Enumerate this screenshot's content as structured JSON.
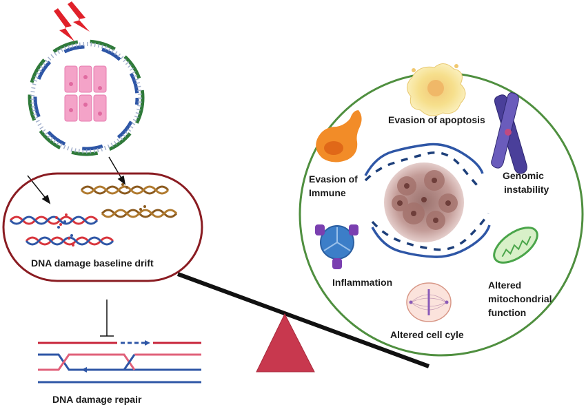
{
  "labels": {
    "baseline_drift": "DNA damage baseline drift",
    "repair": "DNA damage repair",
    "evasion_apoptosis": "Evasion of apoptosis",
    "evasion_immune_1": "Evasion of",
    "evasion_immune_2": "Immune",
    "genomic_1": "Genomic",
    "genomic_2": "instability",
    "inflammation": "Inflammation",
    "altered_cell_cycle": "Altered cell cyle",
    "mito_1": "Altered",
    "mito_2": "mitochondrial",
    "mito_3": "function"
  },
  "icons": [
    "lightning-icon",
    "dna-ring-icon",
    "cells-icon",
    "damaged-dna-icon",
    "repair-strands-icon",
    "fulcrum-triangle-icon",
    "tumor-cluster-icon",
    "apoptotic-cell-icon",
    "chromosome-icon",
    "immune-cell-icon",
    "inflammation-icon",
    "mitochondria-icon",
    "mitotic-cell-icon"
  ],
  "colors": {
    "dna_blue": "#2e56a6",
    "dna_green": "#2f7a3a",
    "dna_red": "#d8343c",
    "dna_brown": "#8b5a1e",
    "capsule_border": "#8a1c22",
    "circle_border": "#4f8f3f",
    "fulcrum": "#c8384e",
    "beam": "#111111"
  }
}
